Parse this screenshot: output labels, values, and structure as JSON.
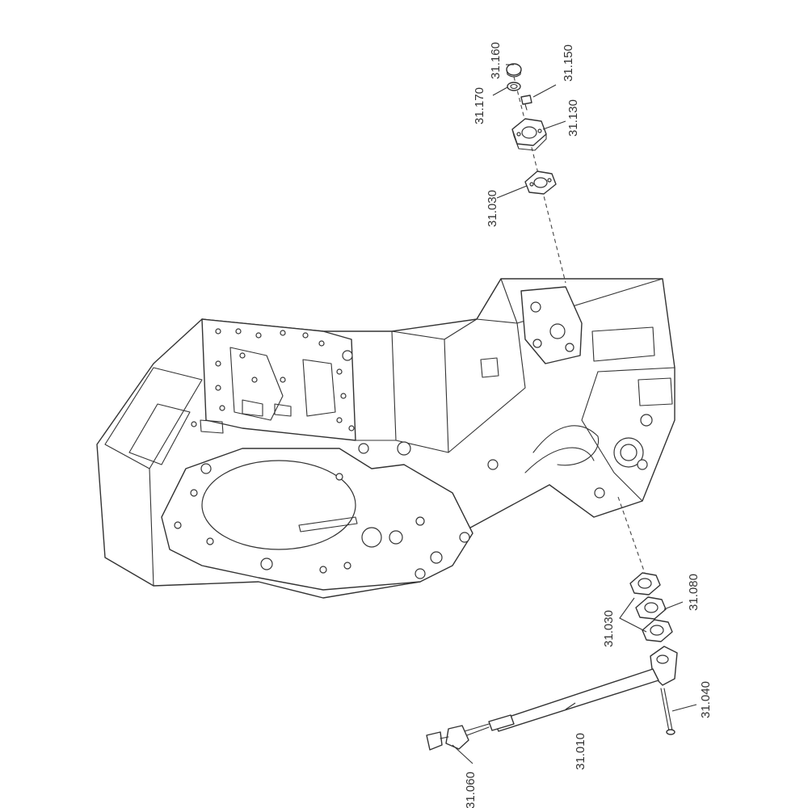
{
  "callouts": {
    "c31160": "31.160",
    "c31150": "31.150",
    "c31170": "31.170",
    "c31130": "31.130",
    "c31030_top": "31.030",
    "c31080": "31.080",
    "c31030_bottom": "31.030",
    "c31040": "31.040",
    "c31010": "31.010",
    "c31060": "31.060"
  }
}
